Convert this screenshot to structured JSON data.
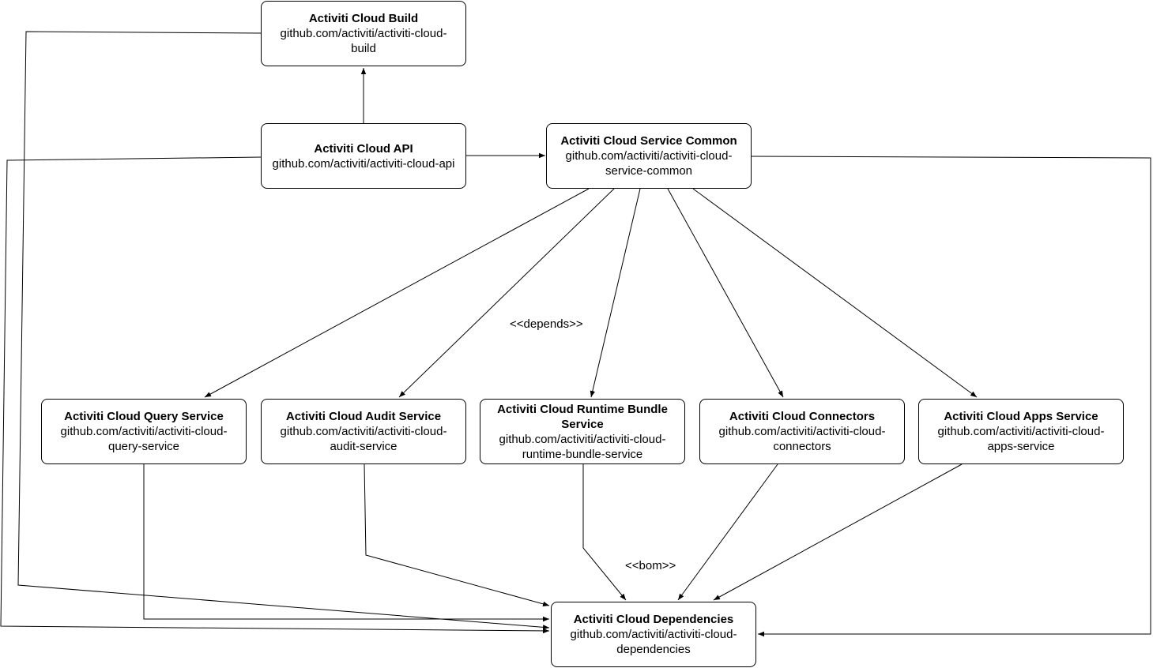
{
  "nodes": {
    "build": {
      "title": "Activiti Cloud Build",
      "url": "github.com/activiti/activiti-cloud-build"
    },
    "api": {
      "title": "Activiti Cloud API",
      "url": "github.com/activiti/activiti-cloud-api"
    },
    "common": {
      "title": "Activiti Cloud Service Common",
      "url": "github.com/activiti/activiti-cloud-service-common"
    },
    "query": {
      "title": "Activiti Cloud Query Service",
      "url": "github.com/activiti/activiti-cloud-query-service"
    },
    "audit": {
      "title": "Activiti Cloud Audit Service",
      "url": "github.com/activiti/activiti-cloud-audit-service"
    },
    "runtime": {
      "title": "Activiti Cloud Runtime Bundle Service",
      "url": "github.com/activiti/activiti-cloud-runtime-bundle-service"
    },
    "conn": {
      "title": "Activiti Cloud Connectors",
      "url": "github.com/activiti/activiti-cloud-connectors"
    },
    "apps": {
      "title": "Activiti Cloud Apps Service",
      "url": "github.com/activiti/activiti-cloud-apps-service"
    },
    "deps": {
      "title": "Activiti Cloud Dependencies",
      "url": "github.com/activiti/activiti-cloud-dependencies"
    }
  },
  "labels": {
    "depends": "<<depends>>",
    "bom": "<<bom>>"
  },
  "edges": [
    {
      "from": "api",
      "to": "build"
    },
    {
      "from": "api",
      "to": "common"
    },
    {
      "from": "common",
      "to": "query"
    },
    {
      "from": "common",
      "to": "audit"
    },
    {
      "from": "common",
      "to": "runtime"
    },
    {
      "from": "common",
      "to": "conn"
    },
    {
      "from": "common",
      "to": "apps"
    },
    {
      "from": "query",
      "to": "deps"
    },
    {
      "from": "audit",
      "to": "deps"
    },
    {
      "from": "runtime",
      "to": "deps"
    },
    {
      "from": "conn",
      "to": "deps"
    },
    {
      "from": "apps",
      "to": "deps"
    },
    {
      "from": "build",
      "to": "deps"
    },
    {
      "from": "api",
      "to": "deps"
    },
    {
      "from": "common",
      "to": "deps"
    }
  ]
}
